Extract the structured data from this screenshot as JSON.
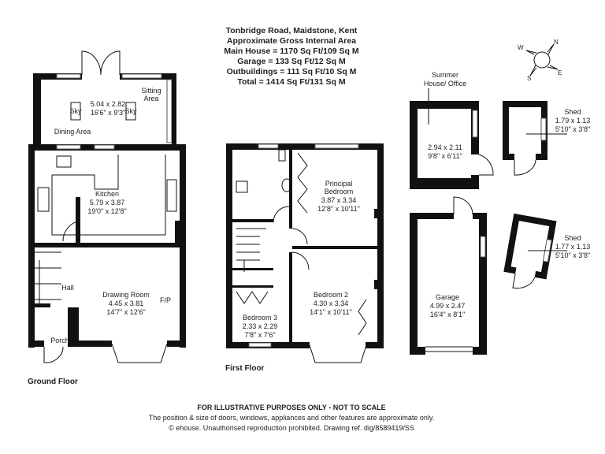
{
  "header": {
    "address": "Tonbridge Road, Maidstone, Kent",
    "subtitle": "Approximate Gross Internal Area",
    "main_house": "Main House = 1170 Sq Ft/109 Sq M",
    "garage": "Garage = 133 Sq Ft/12 Sq M",
    "outbuildings": "Outbuildings = 111 Sq Ft/10 Sq M",
    "total": "Total = 1414 Sq Ft/131 Sq M"
  },
  "compass": {
    "n": "N",
    "e": "E",
    "s": "S",
    "w": "W"
  },
  "ground_floor": {
    "title": "Ground Floor",
    "extension": {
      "metric": "5.04 x 2.82",
      "imperial": "16'6\" x 9'3\"",
      "sky": "Sky",
      "sitting_1": "Sitting",
      "sitting_2": "Area",
      "dining": "Dining Area"
    },
    "kitchen": {
      "name": "Kitchen",
      "metric": "5.79 x 3.87",
      "imperial": "19'0\" x 12'8\""
    },
    "hall": "Hall",
    "drawing_room": {
      "name": "Drawing Room",
      "metric": "4.45 x 3.81",
      "imperial": "14'7\" x 12'6\"",
      "fp": "F/P"
    },
    "porch": "Porch"
  },
  "first_floor": {
    "title": "First Floor",
    "principal": {
      "name_1": "Principal",
      "name_2": "Bedroom",
      "metric": "3.87 x 3.34",
      "imperial": "12'8\" x 10'11\""
    },
    "bedroom2": {
      "name": "Bedroom 2",
      "metric": "4.30 x 3.34",
      "imperial": "14'1\" x 10'11\""
    },
    "bedroom3": {
      "name": "Bedroom 3",
      "metric": "2.33 x 2.29",
      "imperial": "7'8\" x 7'6\""
    }
  },
  "outbuildings": {
    "summer_house": {
      "name_1": "Summer",
      "name_2": "House/ Office",
      "metric": "2.94 x 2.11",
      "imperial": "9'8\" x 6'11\""
    },
    "shed1": {
      "name": "Shed",
      "metric": "1.79 x 1.13",
      "imperial": "5'10\" x 3'8\""
    },
    "garage": {
      "name": "Garage",
      "metric": "4.99 x 2.47",
      "imperial": "16'4\" x 8'1\""
    },
    "shed2": {
      "name": "Shed",
      "metric": "1.77 x 1.13",
      "imperial": "5'10\" x 3'8\""
    }
  },
  "footer": {
    "disclaimer": "FOR ILLUSTRATIVE PURPOSES ONLY - NOT TO SCALE",
    "note": "The position & size of doors, windows, appliances and other features are approximate only.",
    "copyright": "© ehouse. Unauthorised reproduction prohibited. Drawing ref. dig/8589419/SS"
  }
}
